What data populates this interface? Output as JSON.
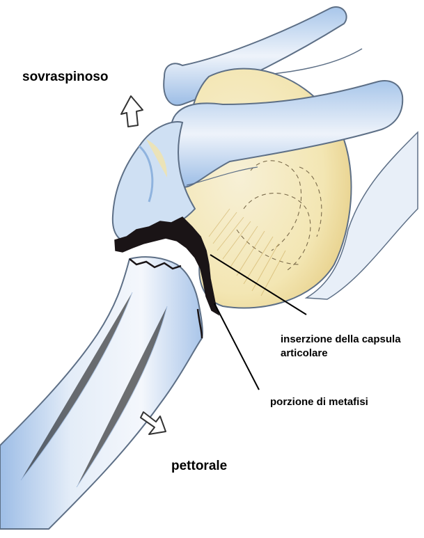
{
  "labels": {
    "sovraspinoso": "sovraspinoso",
    "pettorale": "pettorale",
    "capsule_line1": "inserzione della capsula",
    "capsule_line2": "articolare",
    "metaphysis": "porzione di metafisi"
  },
  "colors": {
    "bone_fill": "#dfe9f5",
    "bone_shade": "#8fb3de",
    "bone_outline": "#5d6f86",
    "cartilage_yellow": "#f3e6b3",
    "cartilage_line": "#d9bf63",
    "fracture_black": "#1a1416",
    "arrow_outline": "#333333"
  }
}
